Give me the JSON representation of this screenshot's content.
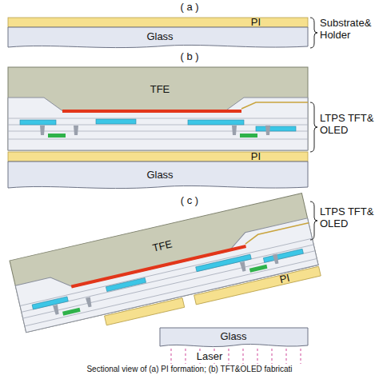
{
  "diagram": {
    "caption": "Sectional view of (a) PI formation; (b) TFT&OLED fabricati",
    "nodes": [
      {
        "text": [
          "PI"
        ]
      },
      {
        "text": [
          "Glass"
        ]
      },
      {
        "text": [
          "TFE"
        ]
      },
      {
        "text": [
          "PI"
        ]
      },
      {
        "text": [
          "Glass"
        ]
      },
      {
        "text": [
          "TFE"
        ]
      },
      {
        "text": [
          "PI"
        ]
      },
      {
        "text": [
          "Glass"
        ]
      }
    ],
    "labels": [
      "( a )",
      "Substrate& Holder",
      "( b )",
      "LTPS TFT& OLED",
      "( c )",
      "LTPS TFT& OLED",
      "Laser"
    ]
  }
}
